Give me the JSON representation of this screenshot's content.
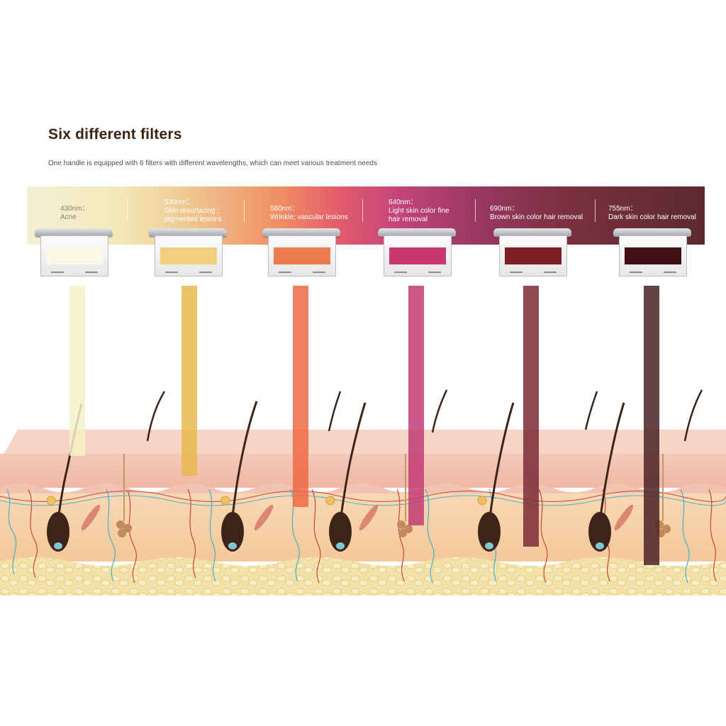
{
  "title": "Six different filters",
  "subtitle": "One handle is equipped with 6 filters with different wavelengths, which can meet various treatment needs",
  "filters": [
    {
      "wavelength": "430nm：",
      "desc1": "Acne",
      "desc2": "",
      "glass_color": "#fbf8e6",
      "beam_color": "#f6f1c8",
      "beam_depth": "epidermis"
    },
    {
      "wavelength": "530nm：",
      "desc1": "Skin resurfacing ;",
      "desc2": "pigmented lesions",
      "glass_color": "#f0d080",
      "beam_color": "#e8b84e",
      "beam_depth": "upper-dermis"
    },
    {
      "wavelength": "560nm：",
      "desc1": "Wrinkle; vascular lesions",
      "desc2": "",
      "glass_color": "#ee7a50",
      "beam_color": "#ee6a44",
      "beam_depth": "dermis"
    },
    {
      "wavelength": "640nm：",
      "desc1": "Light skin color fine",
      "desc2": "hair removal",
      "glass_color": "#c9386c",
      "beam_color": "#c23c74",
      "beam_depth": "deep-dermis"
    },
    {
      "wavelength": "690nm：",
      "desc1": "Brown skin color hair removal",
      "desc2": "",
      "glass_color": "#7e1e26",
      "beam_color": "#7c2a36",
      "beam_depth": "hair-bulb"
    },
    {
      "wavelength": "755nm：",
      "desc1": "Dark skin color hair removal",
      "desc2": "",
      "glass_color": "#3e1014",
      "beam_color": "#4a2224",
      "beam_depth": "subcutis"
    }
  ],
  "colors": {
    "title": "#3b2314",
    "epidermis": "#f2c6b4",
    "dermis": "#f7d2a8",
    "subcutis": "#f3e2b0",
    "hair": "#3c2418",
    "artery": "#c8453e",
    "vein": "#4ab0c8"
  }
}
